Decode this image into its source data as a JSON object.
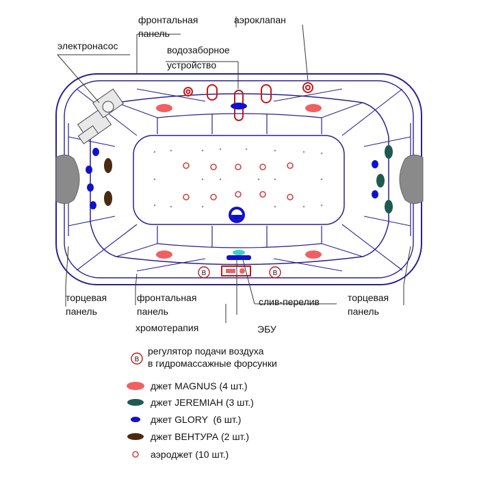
{
  "labels": {
    "front_panel_top": [
      "фронтальная",
      "панель"
    ],
    "aero_valve": "аэроклапан",
    "electric_pump": "электронасос",
    "water_intake": [
      "водозаборное",
      "устройство"
    ],
    "end_panel_left": [
      "торцевая",
      "панель"
    ],
    "front_panel_bottom": [
      "фронтальная",
      "панель"
    ],
    "drain_overflow": "слив-перелив",
    "end_panel_right": [
      "торцевая",
      "панель"
    ],
    "chromotherapy": "хромотерапия",
    "ebu": "ЭБУ",
    "regulator_marker_letter": "B"
  },
  "legend": [
    {
      "key": "regulator",
      "text": [
        "регулятор подачи воздуха",
        "в гидромассажные форсунки"
      ],
      "symbol": "circle-B-icon",
      "color": "#d04040"
    },
    {
      "key": "magnus",
      "text": [
        "джет MAGNUS (4 шт.)"
      ],
      "symbol": "ellipse",
      "color": "#f06060"
    },
    {
      "key": "jeremiah",
      "text": [
        "джет JEREMIAH (3 шт.)"
      ],
      "symbol": "ellipse",
      "color": "#1e5a50"
    },
    {
      "key": "glory",
      "text": [
        "джет GLORY  (6 шт.)"
      ],
      "symbol": "ellipse",
      "color": "#1010d0"
    },
    {
      "key": "ventura",
      "text": [
        "джет ВЕНТУРА (2 шт.)"
      ],
      "symbol": "ellipse",
      "color": "#4a2a10"
    },
    {
      "key": "aerojet",
      "text": [
        "аэроджет (10 шт.)"
      ],
      "symbol": "ring",
      "color": "#d04040"
    }
  ],
  "colors": {
    "outline": "#2a1f8f",
    "magnus": "#f06060",
    "jeremiah": "#1e5a50",
    "glory": "#1010d0",
    "ventura": "#4a2a10",
    "aerojet": "#d04040",
    "headrest": "#8a8a8a",
    "leader": "#333333"
  }
}
